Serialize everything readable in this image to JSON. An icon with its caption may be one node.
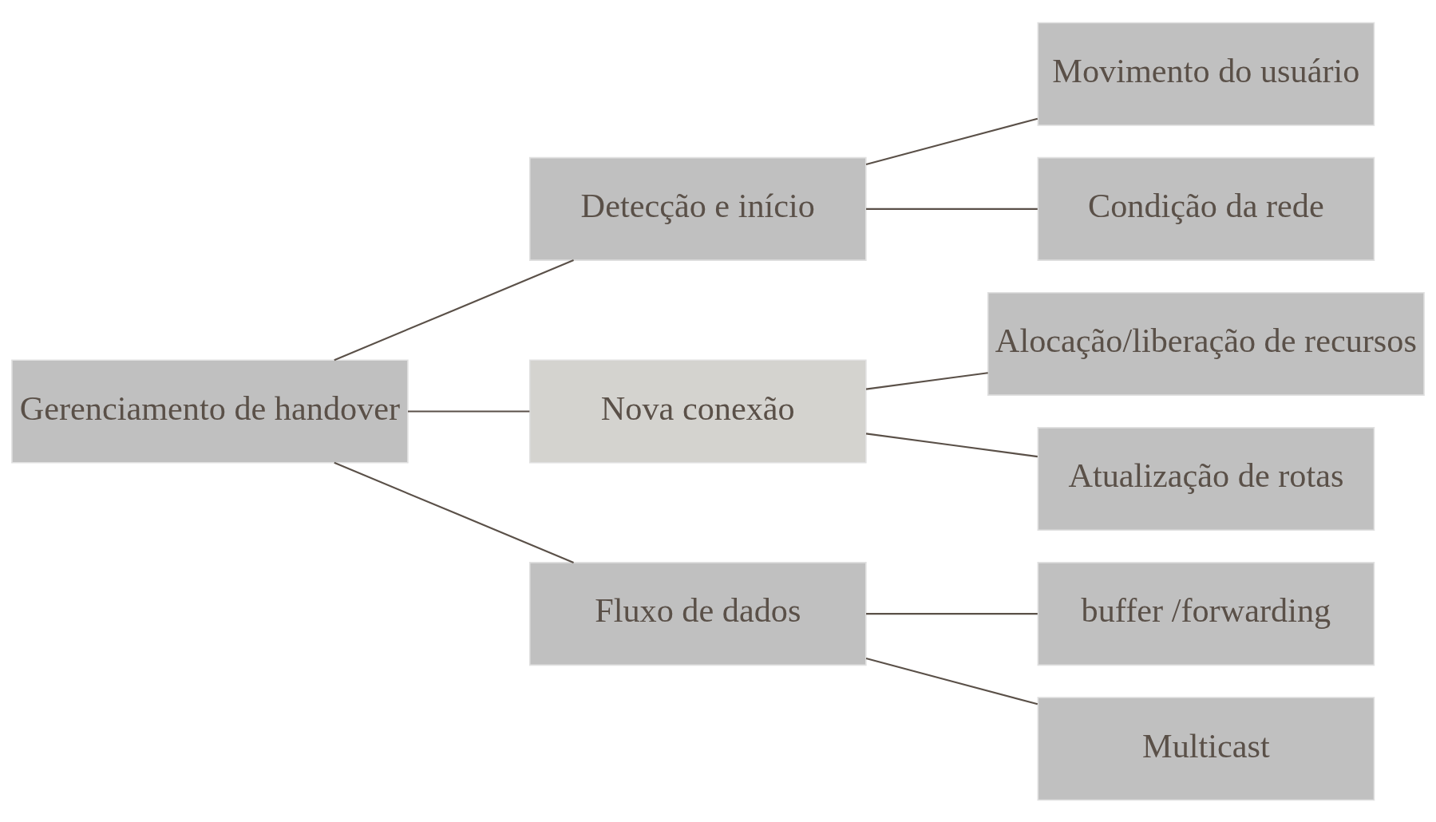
{
  "diagram": {
    "nodes": [
      {
        "text": [
          "Gerenciamento de handover"
        ]
      },
      {
        "text": [
          "Detecção e início"
        ]
      },
      {
        "text": [
          "Nova conexão"
        ]
      },
      {
        "text": [
          "Fluxo de dados"
        ]
      },
      {
        "text": [
          "Movimento do usuário"
        ]
      },
      {
        "text": [
          "Condição da rede"
        ]
      },
      {
        "text": [
          "Alocação/liberação de recursos"
        ]
      },
      {
        "text": [
          "Atualização de rotas"
        ]
      },
      {
        "text": [
          "buffer /forwarding"
        ]
      },
      {
        "text": [
          "Multicast"
        ]
      }
    ],
    "edges": [
      {
        "from": 0,
        "to": 1,
        "arrow": "none"
      },
      {
        "from": 0,
        "to": 2,
        "arrow": "none"
      },
      {
        "from": 0,
        "to": 3,
        "arrow": "none"
      },
      {
        "from": 1,
        "to": 4,
        "arrow": "none"
      },
      {
        "from": 1,
        "to": 5,
        "arrow": "none"
      },
      {
        "from": 2,
        "to": 6,
        "arrow": "none"
      },
      {
        "from": 2,
        "to": 7,
        "arrow": "none"
      },
      {
        "from": 3,
        "to": 8,
        "arrow": "none"
      },
      {
        "from": 3,
        "to": 9,
        "arrow": "none"
      }
    ]
  }
}
